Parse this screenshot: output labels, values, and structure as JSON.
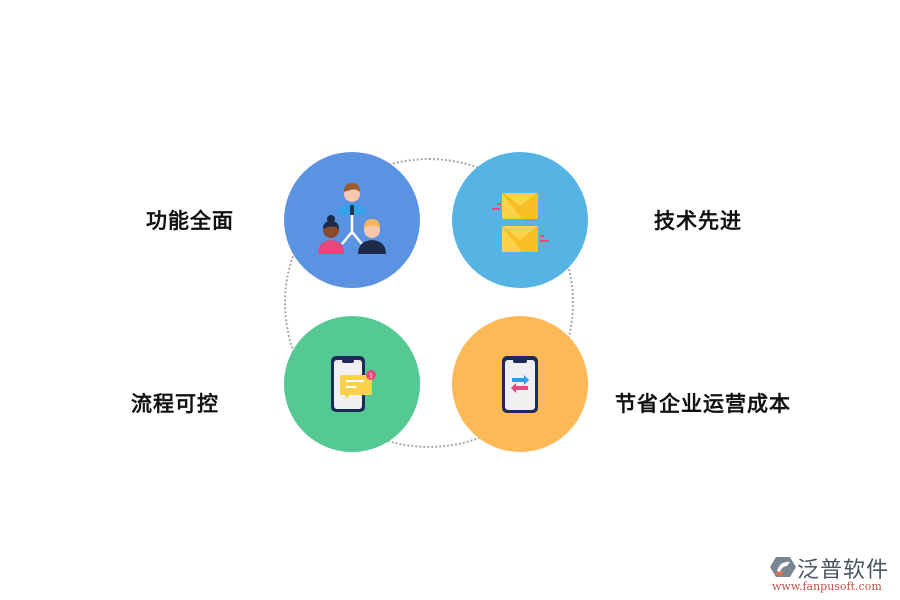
{
  "diagram": {
    "ring_style": "dotted",
    "features": [
      {
        "label": "功能全面",
        "icon": "team-hierarchy-icon",
        "color": "#5b93e3",
        "position": "top-left"
      },
      {
        "label": "技术先进",
        "icon": "envelopes-icon",
        "color": "#56b4e4",
        "position": "top-right"
      },
      {
        "label": "流程可控",
        "icon": "phone-message-icon",
        "color": "#55c993",
        "position": "bottom-left"
      },
      {
        "label": "节省企业运营成本",
        "icon": "phone-transfer-icon",
        "color": "#fdb955",
        "position": "bottom-right"
      }
    ]
  },
  "watermark": {
    "brand": "泛普软件",
    "url": "www.fanpusoft.com"
  }
}
